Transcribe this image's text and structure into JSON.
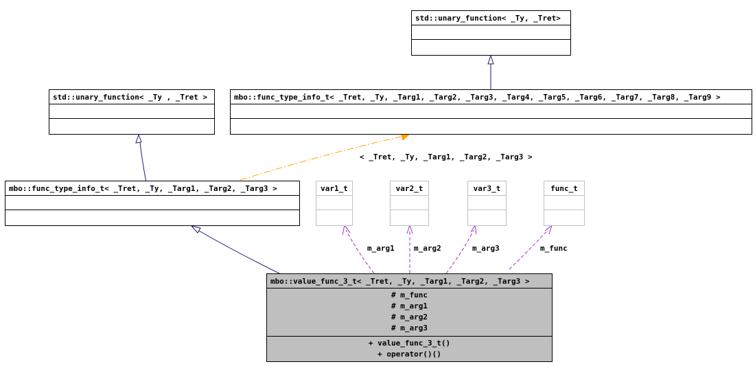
{
  "classes": {
    "std_unary_top": {
      "name": "std::unary_function< _Ty, _Tret>"
    },
    "func_type_info_9": {
      "name": "mbo::func_type_info_t< _Tret, _Ty, _Targ1, _Targ2, _Targ3, _Targ4, _Targ5, _Targ6, _Targ7, _Targ8, _Targ9 >"
    },
    "std_unary_left": {
      "name": "std::unary_function< _Ty , _Tret >"
    },
    "func_type_info_3": {
      "name": "mbo::func_type_info_t< _Tret, _Ty, _Targ1, _Targ2, _Targ3 >"
    },
    "var1_t": {
      "name": "var1_t"
    },
    "var2_t": {
      "name": "var2_t"
    },
    "var3_t": {
      "name": "var3_t"
    },
    "func_t": {
      "name": "func_t"
    },
    "value_func": {
      "name": "mbo::value_func_3_t< _Tret, _Ty, _Targ1, _Targ2, _Targ3 >",
      "attributes": [
        "# m_func",
        "# m_arg1",
        "# m_arg2",
        "# m_arg3"
      ],
      "operations": [
        "+ value_func_3_t()",
        "+ operator()()"
      ]
    }
  },
  "labels": {
    "template_args": "< _Tret, _Ty, _Targ1, _Targ2, _Targ3 >",
    "m_arg1": "m_arg1",
    "m_arg2": "m_arg2",
    "m_arg3": "m_arg3",
    "m_func": "m_func"
  },
  "colors": {
    "inheritance": "#191970",
    "template_instance": "#ffa500",
    "usage": "#9a32cd",
    "highlight_fill": "#bfbfbf",
    "gray_border": "#bfbfbf"
  }
}
